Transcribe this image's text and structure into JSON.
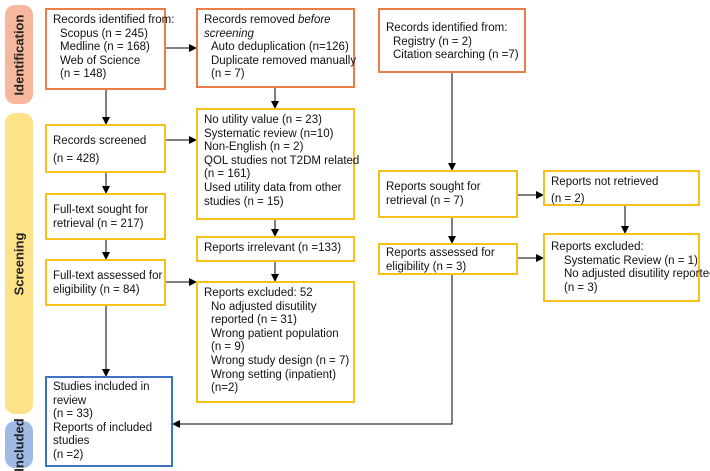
{
  "phases": {
    "identification": "Identification",
    "screening": "Screening",
    "included": "Included"
  },
  "records_identified_db": {
    "title": "Records identified from:",
    "items": [
      "Scopus (n = 245)",
      "Medline (n = 168)",
      "Web of Science",
      "(n = 148)"
    ]
  },
  "records_removed": {
    "title_prefix": "Records removed ",
    "title_em": "before",
    "title_em2": "screening",
    "items": [
      "Auto deduplication (n=126)",
      "Duplicate removed manually",
      "(n = 7)"
    ]
  },
  "records_identified_other": {
    "title": "Records identified from:",
    "items": [
      "Registry  (n = 2)",
      "Citation searching (n =7)"
    ]
  },
  "records_screened": {
    "lines": [
      "Records screened",
      "(n = 428)"
    ]
  },
  "records_excluded": {
    "lines": [
      "No utility value (n = 23)",
      "Systematic review (n=10)",
      "Non-English (n = 2)",
      "QOL studies not T2DM related",
      "(n = 161)",
      "Used utility data from other",
      "studies (n = 15)"
    ]
  },
  "fulltext_sought": {
    "lines": [
      "Full-text sought for",
      "retrieval (n = 217)"
    ]
  },
  "reports_irrelevant": {
    "lines": [
      "Reports irrelevant (n =133)"
    ]
  },
  "fulltext_assessed": {
    "lines": [
      "Full-text assessed for",
      "eligibility (n = 84)"
    ]
  },
  "reports_excluded_52": {
    "title": "Reports excluded: 52",
    "items": [
      "No adjusted disutility",
      "reported (n = 31)",
      "Wrong patient population",
      "(n = 9)",
      "Wrong study design (n = 7)",
      "Wrong setting (inpatient)",
      "(n=2)"
    ]
  },
  "reports_sought_other": {
    "lines": [
      "Reports sought for",
      "retrieval (n = 7)"
    ]
  },
  "reports_not_retrieved": {
    "lines": [
      "Reports not retrieved",
      "(n = 2)"
    ]
  },
  "reports_assessed_other": {
    "lines": [
      "Reports assessed for",
      "eligibility (n = 3)"
    ]
  },
  "reports_excluded_other": {
    "title": "Reports excluded:",
    "items": [
      "Systematic Review (n = 1)",
      "No adjusted disutility reported",
      "(n = 3)"
    ]
  },
  "included": {
    "lines": [
      "Studies included in",
      "review",
      "(n = 33)",
      "Reports of included",
      "studies",
      "(n =2)"
    ]
  },
  "colors": {
    "identification": "#f6b79c",
    "screening": "#fde289",
    "included": "#9fbbe5",
    "orange_border": "#ec7c4a",
    "yellow_border": "#f5c11a",
    "blue_border": "#3f72c6"
  }
}
